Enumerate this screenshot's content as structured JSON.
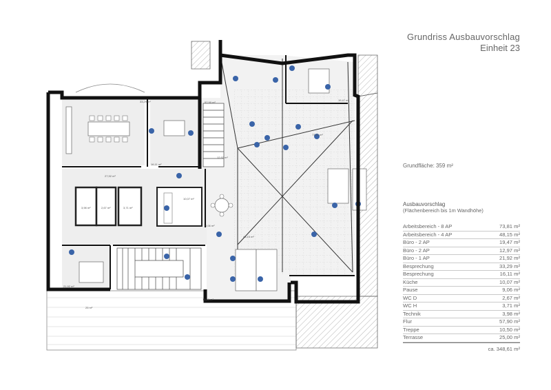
{
  "title": {
    "line1": "Grundriss Ausbauvorschlag",
    "line2": "Einheit 23"
  },
  "grundflaeche": "Grundfläche: 359 m²",
  "legend": {
    "heading": "Ausbauvorschlag",
    "subheading": "(Flächenbereich bis 1m Wandhöhe)",
    "rows": [
      {
        "name": "Arbeitsbereich - 8 AP",
        "value": "73,81 m²"
      },
      {
        "name": "Arbeitsbereich - 4 AP",
        "value": "48,15 m²"
      },
      {
        "name": "Büro - 2 AP",
        "value": "19,47 m²"
      },
      {
        "name": "Büro - 2 AP",
        "value": "12,97 m²"
      },
      {
        "name": "Büro - 1 AP",
        "value": "21,92 m²"
      },
      {
        "name": "Besprechung",
        "value": "33,29 m²"
      },
      {
        "name": "Besprechung",
        "value": "16,11 m²"
      },
      {
        "name": "Küche",
        "value": "10,07 m²"
      },
      {
        "name": "Pause",
        "value": "9,06 m²"
      },
      {
        "name": "WC D",
        "value": "2,67 m²"
      },
      {
        "name": "WC H",
        "value": "3,71 m²"
      },
      {
        "name": "Technik",
        "value": "3,98 m²"
      },
      {
        "name": "Flur",
        "value": "57,90 m²"
      },
      {
        "name": "Treppe",
        "value": "10,50 m²"
      },
      {
        "name": "Terrasse",
        "value": "25,00 m²"
      }
    ],
    "total": "ca. 348,61 m²"
  },
  "room_labels": [
    "33,29 m²",
    "16,11 m²",
    "27,92 m²",
    "3,98 m²",
    "2,67 m²",
    "3,71 m²",
    "10,07 m²",
    "9,06 m²",
    "21,92 m²",
    "10,50 m²",
    "57,90 m²",
    "48,15 m²",
    "73,81 m²",
    "19,47 m²",
    "12,97 m²",
    "25 m²"
  ],
  "colors": {
    "wall": "#111111",
    "room_fill": "#eeeeee",
    "furniture": "#ffffff",
    "people": "#3a64a8",
    "hatch": "#999999",
    "dim": "#777777"
  }
}
